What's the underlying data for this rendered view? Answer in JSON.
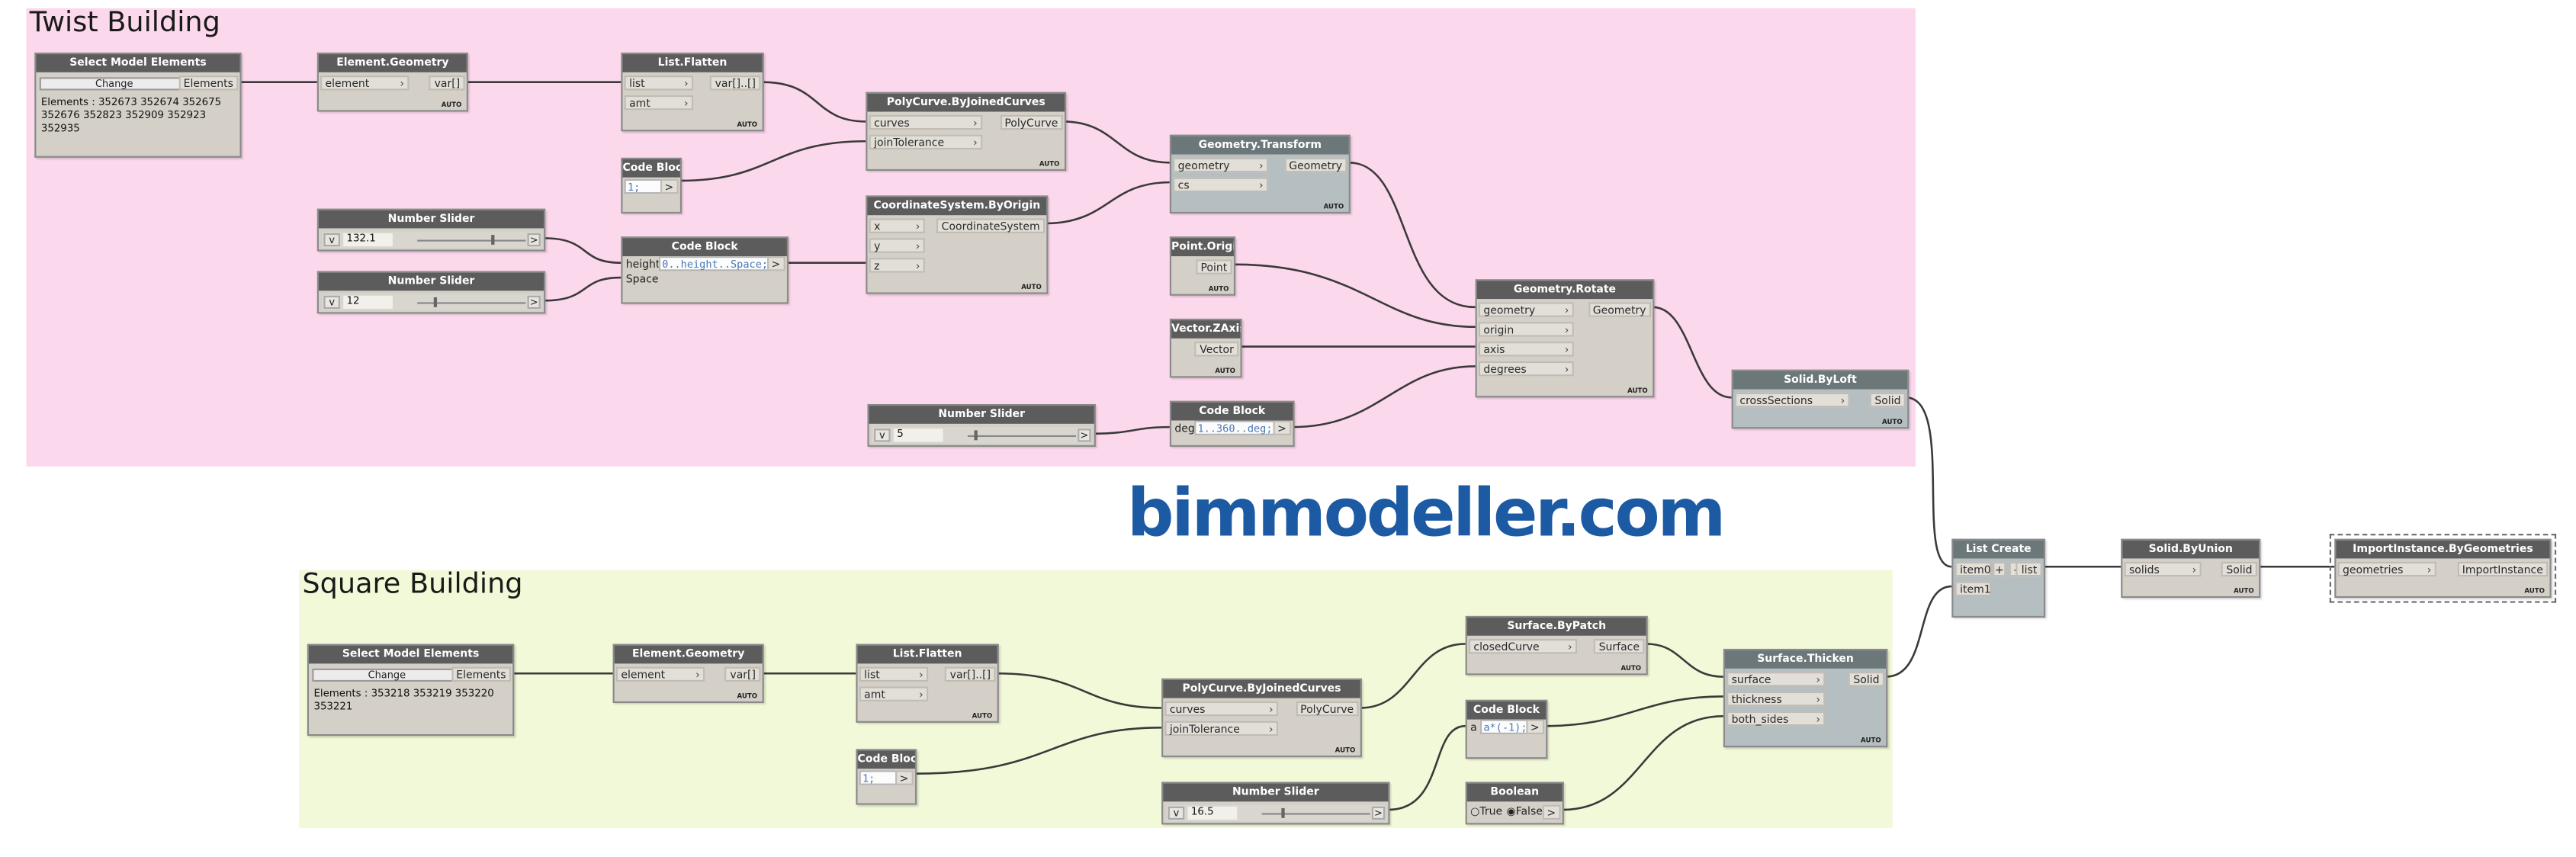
{
  "groups": {
    "twist_title": "Twist Building",
    "square_title": "Square Building",
    "twist_color": "#fcd8ec",
    "square_color": "#f2f9d8"
  },
  "watermark": "bimmodeller.com",
  "twist": {
    "select": {
      "title": "Select Model Elements",
      "button": "Change",
      "output": "Elements",
      "elements": [
        "Elements : 352673 352674 352675",
        "352676 352823 352909 352923",
        "352935"
      ]
    },
    "geometry": {
      "title": "Element.Geometry",
      "input": "element",
      "output": "var[]",
      "lacing": "AUTO"
    },
    "flatten": {
      "title": "List.Flatten",
      "inputs": [
        "list",
        "amt"
      ],
      "output": "var[]..[]",
      "lacing": "AUTO"
    },
    "codeblock1": {
      "title": "Code Block",
      "code": "1;",
      "out": ">"
    },
    "slider1": {
      "title": "Number Slider",
      "value": "132.1",
      "toggle": "v",
      "out": ">"
    },
    "slider2": {
      "title": "Number Slider",
      "value": "12",
      "toggle": "v",
      "out": ">"
    },
    "codeblock2": {
      "title": "Code Block",
      "line1_var": "height",
      "line1_code": "0..height..Space;",
      "line2_var": "Space",
      "out": ">"
    },
    "polycurve": {
      "title": "PolyCurve.ByJoinedCurves",
      "inputs": [
        "curves",
        "joinTolerance"
      ],
      "output": "PolyCurve",
      "lacing": "AUTO"
    },
    "coordsys": {
      "title": "CoordinateSystem.ByOrigin",
      "inputs": [
        "x",
        "y",
        "z"
      ],
      "output": "CoordinateSystem",
      "lacing": "AUTO"
    },
    "transform": {
      "title": "Geometry.Transform",
      "inputs": [
        "geometry",
        "cs"
      ],
      "output": "Geometry",
      "lacing": "AUTO"
    },
    "origin": {
      "title": "Point.Origin",
      "output": "Point",
      "lacing": "AUTO"
    },
    "zaxis": {
      "title": "Vector.ZAxis",
      "output": "Vector",
      "lacing": "AUTO"
    },
    "rotate": {
      "title": "Geometry.Rotate",
      "inputs": [
        "geometry",
        "origin",
        "axis",
        "degrees"
      ],
      "output": "Geometry",
      "lacing": "AUTO"
    },
    "slider3": {
      "title": "Number Slider",
      "value": "5",
      "toggle": "v",
      "out": ">"
    },
    "codeblock3": {
      "title": "Code Block",
      "var": "deg",
      "code": "1..360..deg;",
      "out": ">"
    },
    "loft": {
      "title": "Solid.ByLoft",
      "input": "crossSections",
      "output": "Solid",
      "lacing": "AUTO"
    }
  },
  "square": {
    "select": {
      "title": "Select Model Elements",
      "button": "Change",
      "output": "Elements",
      "elements": [
        "Elements : 353218 353219 353220",
        "353221"
      ]
    },
    "geometry": {
      "title": "Element.Geometry",
      "input": "element",
      "output": "var[]",
      "lacing": "AUTO"
    },
    "flatten": {
      "title": "List.Flatten",
      "inputs": [
        "list",
        "amt"
      ],
      "output": "var[]..[]",
      "lacing": "AUTO"
    },
    "codeblock1": {
      "title": "Code Block",
      "code": "1;",
      "out": ">"
    },
    "polycurve": {
      "title": "PolyCurve.ByJoinedCurves",
      "inputs": [
        "curves",
        "joinTolerance"
      ],
      "output": "PolyCurve",
      "lacing": "AUTO"
    },
    "slider": {
      "title": "Number Slider",
      "value": "16.5",
      "toggle": "v",
      "out": ">"
    },
    "patch": {
      "title": "Surface.ByPatch",
      "input": "closedCurve",
      "output": "Surface",
      "lacing": "AUTO"
    },
    "codeblock2": {
      "title": "Code Block",
      "var": "a",
      "code": "a*(-1);",
      "out": ">"
    },
    "boolean": {
      "title": "Boolean",
      "opt_true": "True",
      "opt_false": "False",
      "out": ">"
    },
    "thicken": {
      "title": "Surface.Thicken",
      "inputs": [
        "surface",
        "thickness",
        "both_sides"
      ],
      "output": "Solid",
      "lacing": "AUTO"
    }
  },
  "listcreate": {
    "title": "List Create",
    "inputs": [
      "item0",
      "item1"
    ],
    "plus": "+",
    "minus": "-",
    "output": "list"
  },
  "union": {
    "title": "Solid.ByUnion",
    "input": "solids",
    "output": "Solid",
    "lacing": "AUTO"
  },
  "import": {
    "title": "ImportInstance.ByGeometries",
    "input": "geometries",
    "output": "ImportInstance",
    "lacing": "AUTO"
  }
}
